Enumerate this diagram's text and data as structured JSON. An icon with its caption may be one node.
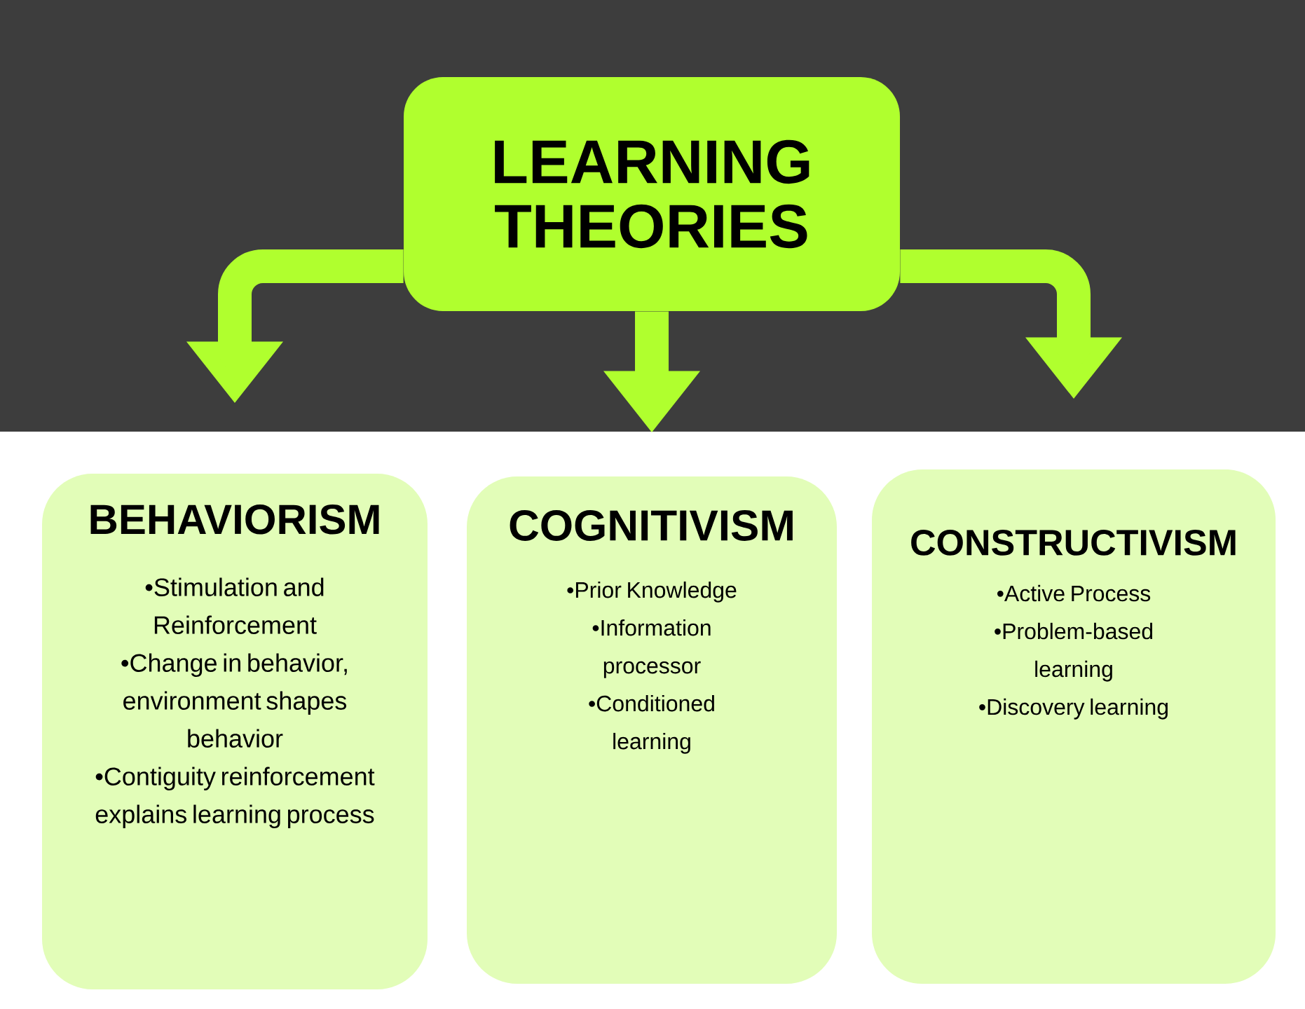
{
  "diagram": {
    "nodes": [
      {
        "text": [
          "LEARNING THEORIES"
        ]
      },
      {
        "text": [
          "BEHAVIORISM",
          "•Stimulation and Reinforcement",
          "•Change in behavior, environment shapes behavior",
          "•Contiguity reinforcement explains learning process"
        ]
      },
      {
        "text": [
          "COGNITIVISM",
          "•Prior Knowledge",
          "•Information processor",
          "•Conditioned learning"
        ]
      },
      {
        "text": [
          "CONSTRUCTIVISM",
          "•Active Process",
          "•Problem-based learning",
          "•Discovery learning"
        ]
      }
    ],
    "edges": [
      {
        "from": 0,
        "to": 1,
        "arrow": "to"
      },
      {
        "from": 0,
        "to": 2,
        "arrow": "to"
      },
      {
        "from": 0,
        "to": 3,
        "arrow": "to"
      }
    ]
  }
}
